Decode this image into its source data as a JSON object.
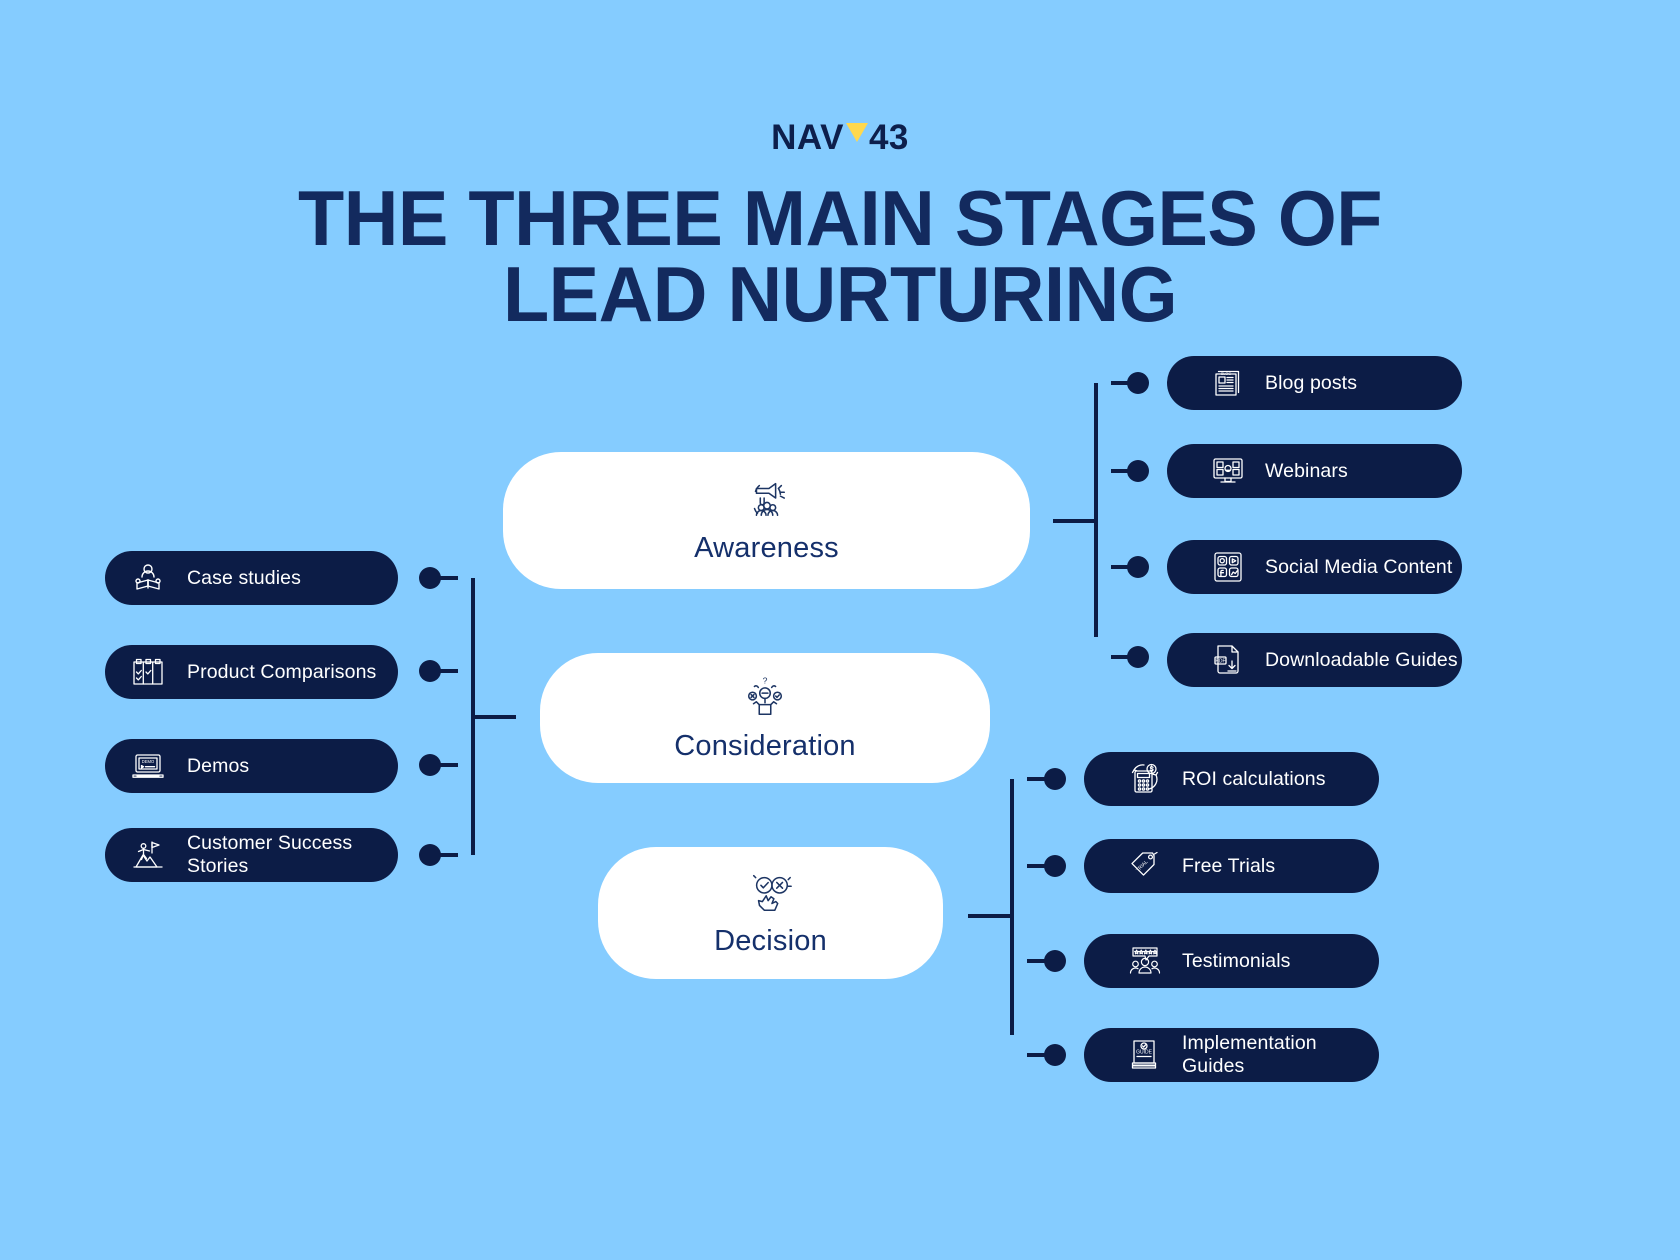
{
  "brand": {
    "name_left": "NAV",
    "name_right": "43",
    "logo_mark": "triangle-down-icon",
    "logo_mark_color": "#ffd84d",
    "text_color": "#0d1f4c"
  },
  "title": {
    "line1": "THE THREE MAIN STAGES OF",
    "line2": "LEAD NURTURING",
    "color": "#132a5e"
  },
  "theme": {
    "background": "#85ccff",
    "pill_bg": "#0c1c46",
    "pill_text": "#ffffff",
    "card_bg": "#ffffff",
    "card_text": "#15306b",
    "connector": "#0c1c46"
  },
  "stages": [
    {
      "id": "awareness",
      "label": "Awareness",
      "icon": "megaphone-audience-icon"
    },
    {
      "id": "consideration",
      "label": "Consideration",
      "icon": "person-choices-question-icon"
    },
    {
      "id": "decision",
      "label": "Decision",
      "icon": "hand-choice-check-cross-icon"
    }
  ],
  "left_items": [
    {
      "label": "Case studies",
      "icon": "person-reading-book-icon"
    },
    {
      "label": "Product Comparisons",
      "icon": "comparison-checklist-icon"
    },
    {
      "label": "Demos",
      "icon": "laptop-demo-icon"
    },
    {
      "label": "Customer Success Stories",
      "icon": "mountain-flag-climber-icon"
    }
  ],
  "awareness_items": [
    {
      "label": "Blog posts",
      "icon": "newspaper-blog-icon"
    },
    {
      "label": "Webinars",
      "icon": "monitor-people-webinar-icon"
    },
    {
      "label": "Social Media Content",
      "icon": "social-apps-grid-icon"
    },
    {
      "label": "Downloadable Guides",
      "icon": "pdf-download-icon"
    }
  ],
  "decision_items": [
    {
      "label": "ROI calculations",
      "icon": "calculator-dollar-icon"
    },
    {
      "label": "Free Trials",
      "icon": "trial-price-tag-icon"
    },
    {
      "label": "Testimonials",
      "icon": "five-star-review-people-icon"
    },
    {
      "label": "Implementation Guides",
      "icon": "guide-book-icon"
    }
  ]
}
